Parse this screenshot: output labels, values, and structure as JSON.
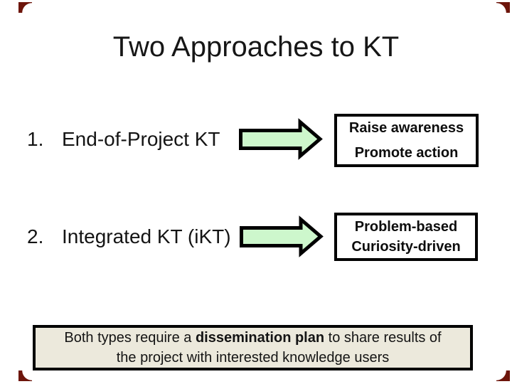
{
  "slide": {
    "title": "Two Approaches to KT",
    "items": [
      {
        "number": "1.",
        "label": "End-of-Project KT",
        "box_lines": [
          "Raise awareness",
          "Promote action"
        ]
      },
      {
        "number": "2.",
        "label": "Integrated KT (iKT)",
        "box_lines": [
          "Problem-based",
          "Curiosity-driven"
        ]
      }
    ],
    "footer": {
      "line1_prefix": "Both types require a ",
      "line1_bold": "dissemination plan",
      "line1_suffix": " to share results of",
      "line2": "the project with interested knowledge users"
    },
    "colors": {
      "arrow_fill": "#cdf7cc",
      "arrow_stroke": "#000000",
      "box_border": "#000000",
      "footer_bg": "#ece9dc",
      "corner_accent": "#6d150b"
    }
  }
}
